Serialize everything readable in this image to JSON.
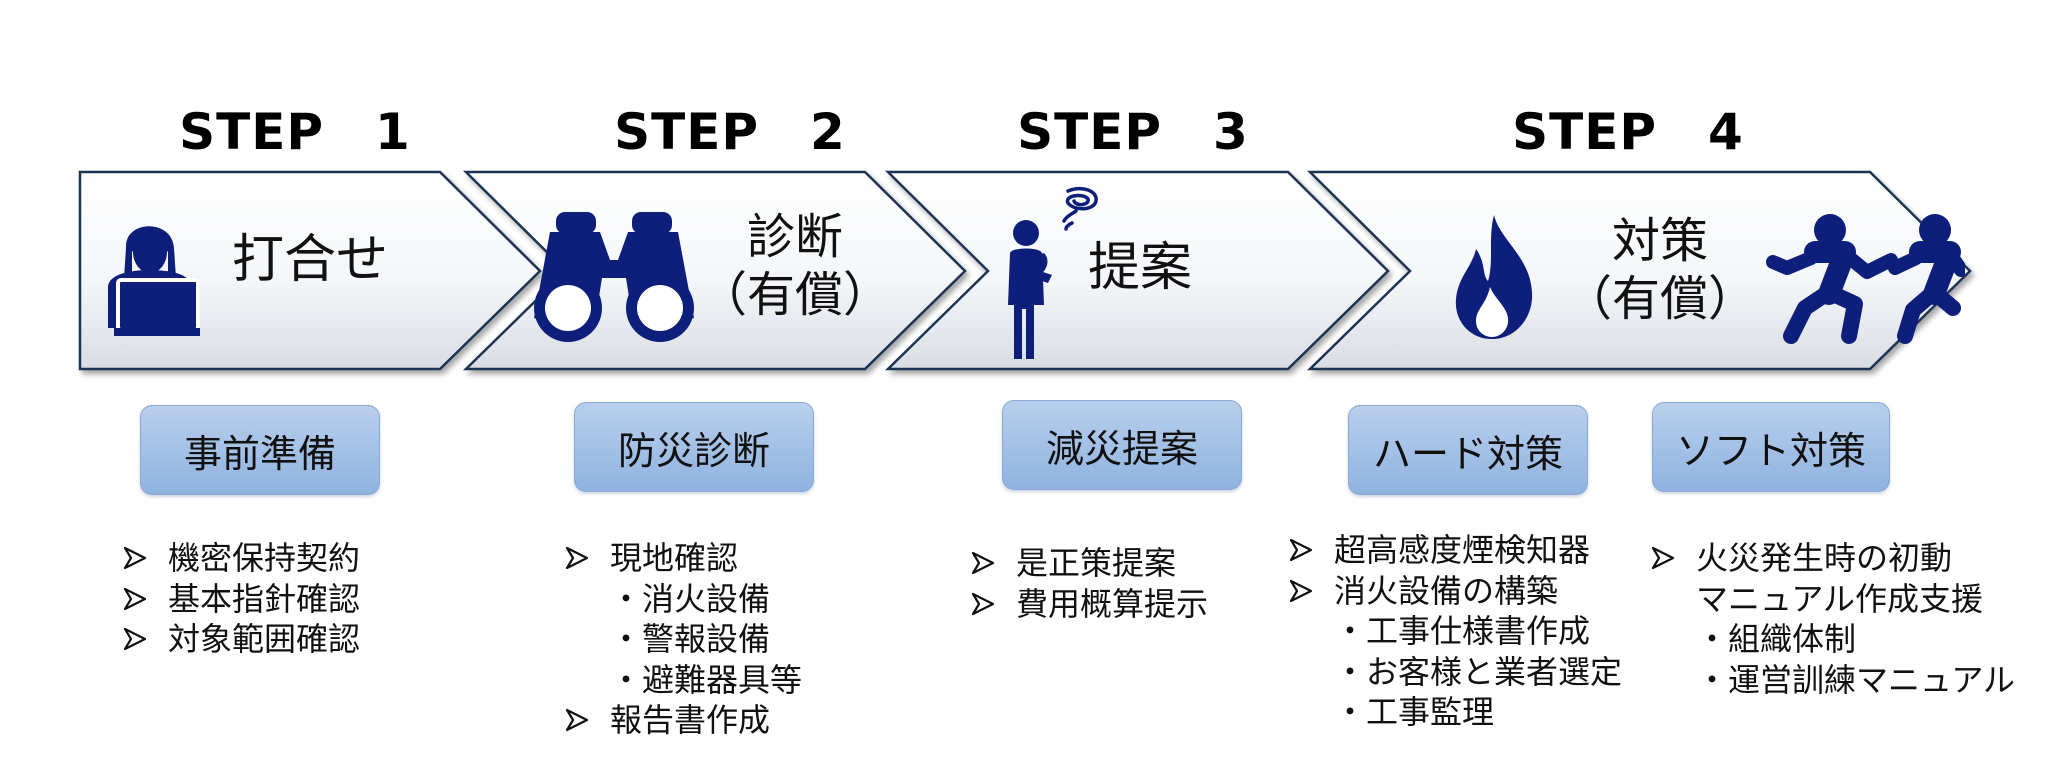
{
  "colors": {
    "icon": "#0d1f7a",
    "chevron_border": "#1f3554",
    "pill_fill": "#a9c4e8"
  },
  "steps": [
    {
      "title": "STEP　1",
      "chevron": [
        "打合せ"
      ],
      "icons": [
        "woman-at-laptop-icon"
      ],
      "categories": [
        {
          "label": "事前準備",
          "items": [
            {
              "kind": "arrow",
              "text": "機密保持契約"
            },
            {
              "kind": "arrow",
              "text": "基本指針確認"
            },
            {
              "kind": "arrow",
              "text": "対象範囲確認"
            }
          ]
        }
      ]
    },
    {
      "title": "STEP　2",
      "chevron": [
        "診断",
        "（有償）"
      ],
      "icons": [
        "binoculars-icon"
      ],
      "categories": [
        {
          "label": "防災診断",
          "items": [
            {
              "kind": "arrow",
              "text": "現地確認"
            },
            {
              "kind": "sub",
              "text": "・消火設備"
            },
            {
              "kind": "sub",
              "text": "・警報設備"
            },
            {
              "kind": "sub",
              "text": "・避難器具等"
            },
            {
              "kind": "arrow",
              "text": "報告書作成"
            }
          ]
        }
      ]
    },
    {
      "title": "STEP　3",
      "chevron": [
        "提案"
      ],
      "icons": [
        "thinking-person-icon"
      ],
      "categories": [
        {
          "label": "減災提案",
          "items": [
            {
              "kind": "arrow",
              "text": "是正策提案"
            },
            {
              "kind": "arrow",
              "text": "費用概算提示"
            }
          ]
        }
      ]
    },
    {
      "title": "STEP　4",
      "chevron": [
        "対策",
        "（有償）"
      ],
      "icons": [
        "flame-icon",
        "running-person-icon"
      ],
      "categories": [
        {
          "label": "ハード対策",
          "items": [
            {
              "kind": "arrow",
              "text": "超高感度煙検知器"
            },
            {
              "kind": "arrow",
              "text": "消火設備の構築"
            },
            {
              "kind": "sub",
              "text": "・工事仕様書作成"
            },
            {
              "kind": "sub",
              "text": "・お客様と業者選定"
            },
            {
              "kind": "sub",
              "text": "・工事監理"
            }
          ]
        },
        {
          "label": "ソフト対策",
          "items": [
            {
              "kind": "arrow",
              "text": "火災発生時の初動"
            },
            {
              "kind": "cont",
              "text": "マニュアル作成支援"
            },
            {
              "kind": "sub",
              "text": "・組織体制"
            },
            {
              "kind": "sub",
              "text": "・運営訓練マニュアル"
            }
          ]
        }
      ]
    }
  ]
}
